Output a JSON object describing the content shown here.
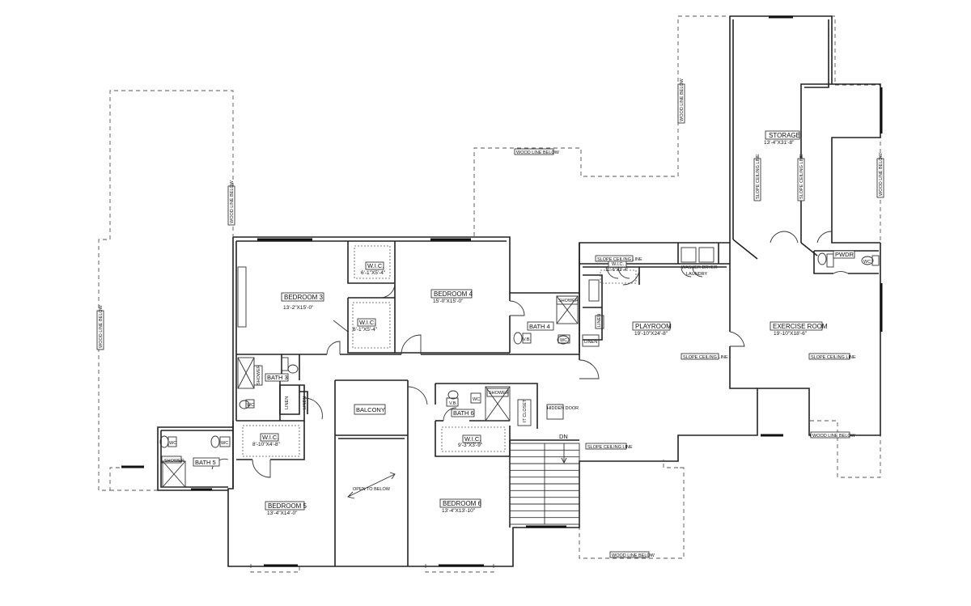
{
  "rooms": [
    {
      "name": "BEDROOM 3",
      "dim": "13'-2\"X15'-0\""
    },
    {
      "name": "BEDROOM 4",
      "dim": "15'-0\"X15'-0\""
    },
    {
      "name": "BEDROOM 5",
      "dim": "13'-4\"X14'-0\""
    },
    {
      "name": "BEDROOM 6",
      "dim": "13'-4\"X13'-10\""
    },
    {
      "name": "PLAYROOM",
      "dim": "19'-10\"X24'-8\""
    },
    {
      "name": "EXERCISE ROOM",
      "dim": "19'-10\"X18'-6\""
    },
    {
      "name": "STORAGE",
      "dim": "13'-4\"X31'-8\""
    },
    {
      "name": "W.I.C.",
      "dim": "6'-1\"X5'-4\""
    },
    {
      "name": "W.I.C.",
      "dim": "6'-1\"X5'-4\""
    },
    {
      "name": "W.I.C.",
      "dim": "8'-10\"X4'-8\""
    },
    {
      "name": "W.I.C.",
      "dim": "9'-3\"X3'-9\""
    },
    {
      "name": "W.I.C.",
      "dim": "11'-6\"X3'-4\""
    }
  ],
  "labels": {
    "balcony": "BALCONY",
    "bath3": "BATH 3",
    "bath4": "BATH 4",
    "bath5": "BATH 5",
    "bath6": "BATH 6",
    "pwdr": "PWDR.",
    "laundry": "LAUNDRY",
    "washer_dryer": "WASHER DRYER",
    "it_closet": "IT CLOSET",
    "hidden_door": "HIDDEN DOOR",
    "dn": "DN",
    "open_below": "OPEN TO BELOW",
    "shower": "SHOWER",
    "wc": "WC",
    "vb": "V.B.",
    "linen": "LINEN",
    "slope_ceiling": "SLOPE CEILING LINE",
    "wood_line": "WOOD LINE BELOW"
  }
}
